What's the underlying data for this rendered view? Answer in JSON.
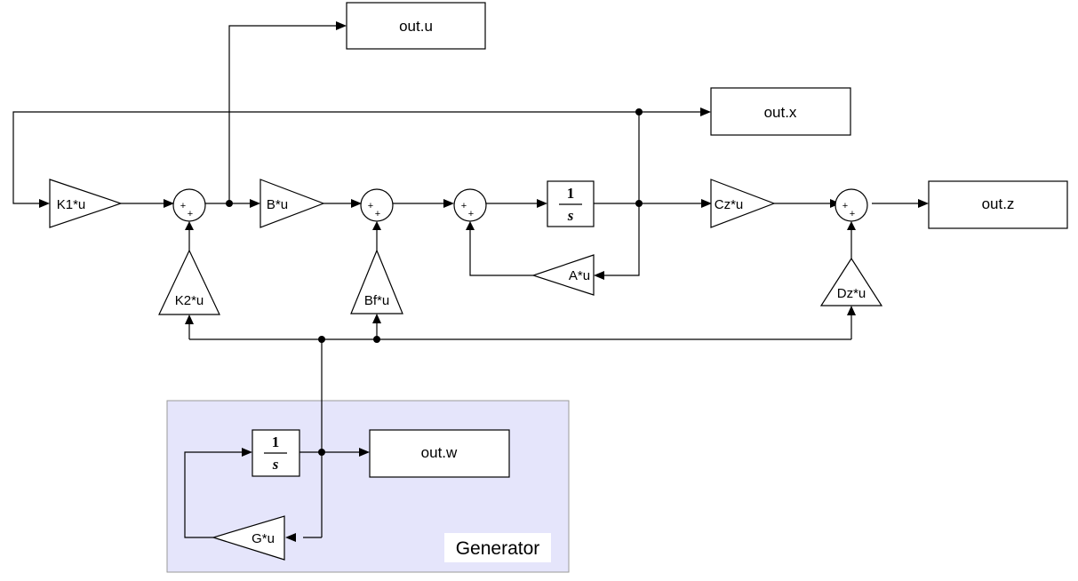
{
  "subsystem": {
    "label": "Generator",
    "fill": "#e5e5fb",
    "border": "#9a9a9a"
  },
  "outports": {
    "u": "out.u",
    "x": "out.x",
    "z": "out.z",
    "w": "out.w"
  },
  "gains": {
    "k1": "K1*u",
    "k2": "K2*u",
    "b": "B*u",
    "bf": "Bf*u",
    "a": "A*u",
    "cz": "Cz*u",
    "dz": "Dz*u",
    "g": "G*u"
  },
  "integrator": {
    "numerator": "1",
    "denominator": "s"
  },
  "sum_sign": "+"
}
